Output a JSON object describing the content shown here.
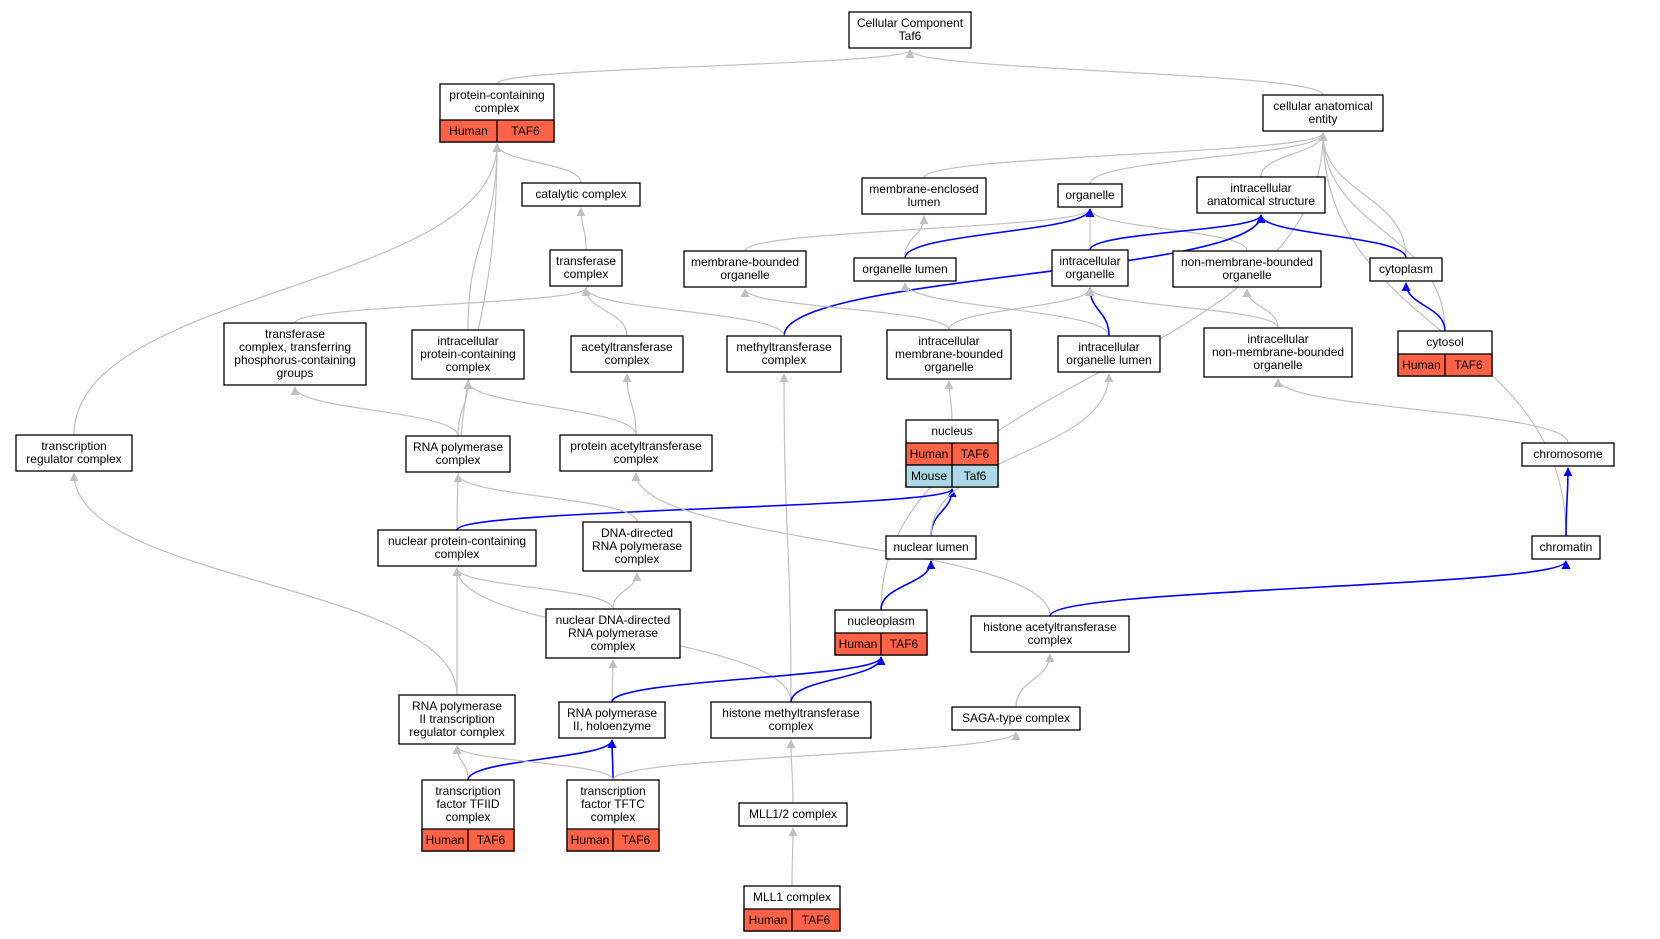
{
  "colors": {
    "human": "#FF6347",
    "mouse": "#ADD8E6",
    "grey_edge": "#C0C0C0",
    "blue_edge": "#0000FF",
    "node_border": "#000000"
  },
  "nodes": {
    "root": {
      "lines": [
        "Cellular Component",
        "Taf6"
      ]
    },
    "protein_containing_complex": {
      "lines": [
        "protein-containing",
        "complex"
      ],
      "badges": [
        [
          "Human",
          "TAF6"
        ]
      ]
    },
    "cellular_anatomical_entity": {
      "lines": [
        "cellular anatomical",
        "entity"
      ]
    },
    "catalytic_complex": {
      "lines": [
        "catalytic complex"
      ]
    },
    "membrane_enclosed_lumen": {
      "lines": [
        "membrane-enclosed",
        "lumen"
      ]
    },
    "organelle": {
      "lines": [
        "organelle"
      ]
    },
    "intracellular_anatomical_structure": {
      "lines": [
        "intracellular",
        "anatomical structure"
      ]
    },
    "transferase_complex": {
      "lines": [
        "transferase",
        "complex"
      ]
    },
    "membrane_bounded_organelle": {
      "lines": [
        "membrane-bounded",
        "organelle"
      ]
    },
    "organelle_lumen": {
      "lines": [
        "organelle lumen"
      ]
    },
    "intracellular_organelle": {
      "lines": [
        "intracellular",
        "organelle"
      ]
    },
    "non_membrane_bounded_organelle": {
      "lines": [
        "non-membrane-bounded",
        "organelle"
      ]
    },
    "cytoplasm": {
      "lines": [
        "cytoplasm"
      ]
    },
    "cytosol": {
      "lines": [
        "cytosol"
      ],
      "badges": [
        [
          "Human",
          "TAF6"
        ]
      ]
    },
    "transferase_phospho": {
      "lines": [
        "transferase",
        "complex, transferring",
        "phosphorus-containing",
        "groups"
      ]
    },
    "intracellular_protein_containing_complex": {
      "lines": [
        "intracellular",
        "protein-containing",
        "complex"
      ]
    },
    "acetyltransferase_complex": {
      "lines": [
        "acetyltransferase",
        "complex"
      ]
    },
    "methyltransferase_complex": {
      "lines": [
        "methyltransferase",
        "complex"
      ]
    },
    "intracellular_membrane_bounded_organelle": {
      "lines": [
        "intracellular",
        "membrane-bounded",
        "organelle"
      ]
    },
    "intracellular_organelle_lumen": {
      "lines": [
        "intracellular",
        "organelle lumen"
      ]
    },
    "intracellular_non_membrane_bounded_organelle": {
      "lines": [
        "intracellular",
        "non-membrane-bounded",
        "organelle"
      ]
    },
    "nucleus": {
      "lines": [
        "nucleus"
      ],
      "badges": [
        [
          "Human",
          "TAF6"
        ],
        [
          "Mouse",
          "Taf6"
        ]
      ]
    },
    "transcription_regulator_complex": {
      "lines": [
        "transcription",
        "regulator complex"
      ]
    },
    "rna_polymerase_complex": {
      "lines": [
        "RNA polymerase",
        "complex"
      ]
    },
    "protein_acetyltransferase_complex": {
      "lines": [
        "protein acetyltransferase",
        "complex"
      ]
    },
    "chromosome": {
      "lines": [
        "chromosome"
      ]
    },
    "nuclear_protein_containing_complex": {
      "lines": [
        "nuclear protein-containing",
        "complex"
      ]
    },
    "dna_directed_rna_polymerase_complex": {
      "lines": [
        "DNA-directed",
        "RNA polymerase",
        "complex"
      ]
    },
    "nuclear_lumen": {
      "lines": [
        "nuclear lumen"
      ]
    },
    "chromatin": {
      "lines": [
        "chromatin"
      ]
    },
    "nuclear_dna_directed_rna_polymerase_complex": {
      "lines": [
        "nuclear DNA-directed",
        "RNA polymerase",
        "complex"
      ]
    },
    "nucleoplasm": {
      "lines": [
        "nucleoplasm"
      ],
      "badges": [
        [
          "Human",
          "TAF6"
        ]
      ]
    },
    "histone_acetyltransferase_complex": {
      "lines": [
        "histone acetyltransferase",
        "complex"
      ]
    },
    "rna_pol_ii_transcription_regulator_complex": {
      "lines": [
        "RNA polymerase",
        "II transcription",
        "regulator complex"
      ]
    },
    "rna_pol_ii_holoenzyme": {
      "lines": [
        "RNA polymerase",
        "II, holoenzyme"
      ]
    },
    "histone_methyltransferase_complex": {
      "lines": [
        "histone methyltransferase",
        "complex"
      ]
    },
    "saga_type_complex": {
      "lines": [
        "SAGA-type complex"
      ]
    },
    "tfiid": {
      "lines": [
        "transcription",
        "factor TFIID",
        "complex"
      ],
      "badges": [
        [
          "Human",
          "TAF6"
        ]
      ]
    },
    "tftc": {
      "lines": [
        "transcription",
        "factor TFTC",
        "complex"
      ],
      "badges": [
        [
          "Human",
          "TAF6"
        ]
      ]
    },
    "mll1_2_complex": {
      "lines": [
        "MLL1/2 complex"
      ]
    },
    "mll1_complex": {
      "lines": [
        "MLL1 complex"
      ],
      "badges": [
        [
          "Human",
          "TAF6"
        ]
      ]
    }
  },
  "edges": [
    {
      "from": "protein_containing_complex",
      "to": "root",
      "kind": "is_a"
    },
    {
      "from": "cellular_anatomical_entity",
      "to": "root",
      "kind": "is_a"
    },
    {
      "from": "catalytic_complex",
      "to": "protein_containing_complex",
      "kind": "is_a"
    },
    {
      "from": "transferase_complex",
      "to": "catalytic_complex",
      "kind": "is_a"
    },
    {
      "from": "intracellular_protein_containing_complex",
      "to": "protein_containing_complex",
      "kind": "is_a"
    },
    {
      "from": "transcription_regulator_complex",
      "to": "protein_containing_complex",
      "kind": "is_a"
    },
    {
      "from": "nuclear_protein_containing_complex",
      "to": "protein_containing_complex",
      "kind": "is_a"
    },
    {
      "from": "membrane_enclosed_lumen",
      "to": "cellular_anatomical_entity",
      "kind": "is_a"
    },
    {
      "from": "organelle",
      "to": "cellular_anatomical_entity",
      "kind": "is_a"
    },
    {
      "from": "intracellular_anatomical_structure",
      "to": "cellular_anatomical_entity",
      "kind": "is_a"
    },
    {
      "from": "cytoplasm",
      "to": "cellular_anatomical_entity",
      "kind": "is_a"
    },
    {
      "from": "cytosol",
      "to": "cellular_anatomical_entity",
      "kind": "is_a"
    },
    {
      "from": "nucleoplasm",
      "to": "cellular_anatomical_entity",
      "kind": "is_a"
    },
    {
      "from": "chromatin",
      "to": "cellular_anatomical_entity",
      "kind": "is_a"
    },
    {
      "from": "organelle_lumen",
      "to": "membrane_enclosed_lumen",
      "kind": "is_a"
    },
    {
      "from": "membrane_bounded_organelle",
      "to": "organelle",
      "kind": "is_a"
    },
    {
      "from": "intracellular_organelle",
      "to": "organelle",
      "kind": "is_a"
    },
    {
      "from": "non_membrane_bounded_organelle",
      "to": "organelle",
      "kind": "is_a"
    },
    {
      "from": "organelle_lumen",
      "to": "organelle",
      "kind": "part_of"
    },
    {
      "from": "intracellular_organelle",
      "to": "intracellular_anatomical_structure",
      "kind": "part_of"
    },
    {
      "from": "cytoplasm",
      "to": "intracellular_anatomical_structure",
      "kind": "part_of"
    },
    {
      "from": "methyltransferase_complex",
      "to": "intracellular_anatomical_structure",
      "kind": "part_of"
    },
    {
      "from": "cytosol",
      "to": "cytoplasm",
      "kind": "part_of"
    },
    {
      "from": "transferase_phospho",
      "to": "transferase_complex",
      "kind": "is_a"
    },
    {
      "from": "acetyltransferase_complex",
      "to": "transferase_complex",
      "kind": "is_a"
    },
    {
      "from": "methyltransferase_complex",
      "to": "transferase_complex",
      "kind": "is_a"
    },
    {
      "from": "intracellular_membrane_bounded_organelle",
      "to": "membrane_bounded_organelle",
      "kind": "is_a"
    },
    {
      "from": "intracellular_membrane_bounded_organelle",
      "to": "intracellular_organelle",
      "kind": "is_a"
    },
    {
      "from": "intracellular_organelle_lumen",
      "to": "organelle_lumen",
      "kind": "is_a"
    },
    {
      "from": "intracellular_organelle_lumen",
      "to": "intracellular_organelle",
      "kind": "part_of"
    },
    {
      "from": "intracellular_non_membrane_bounded_organelle",
      "to": "intracellular_organelle",
      "kind": "is_a"
    },
    {
      "from": "intracellular_non_membrane_bounded_organelle",
      "to": "non_membrane_bounded_organelle",
      "kind": "is_a"
    },
    {
      "from": "nucleus",
      "to": "intracellular_membrane_bounded_organelle",
      "kind": "is_a"
    },
    {
      "from": "chromosome",
      "to": "intracellular_non_membrane_bounded_organelle",
      "kind": "is_a"
    },
    {
      "from": "rna_polymerase_complex",
      "to": "transferase_phospho",
      "kind": "is_a"
    },
    {
      "from": "rna_polymerase_complex",
      "to": "intracellular_protein_containing_complex",
      "kind": "is_a"
    },
    {
      "from": "protein_acetyltransferase_complex",
      "to": "acetyltransferase_complex",
      "kind": "is_a"
    },
    {
      "from": "protein_acetyltransferase_complex",
      "to": "intracellular_protein_containing_complex",
      "kind": "is_a"
    },
    {
      "from": "histone_methyltransferase_complex",
      "to": "methyltransferase_complex",
      "kind": "is_a"
    },
    {
      "from": "nuclear_protein_containing_complex",
      "to": "nucleus",
      "kind": "part_of"
    },
    {
      "from": "nuclear_lumen",
      "to": "nucleus",
      "kind": "part_of"
    },
    {
      "from": "nuclear_lumen",
      "to": "intracellular_organelle_lumen",
      "kind": "is_a"
    },
    {
      "from": "dna_directed_rna_polymerase_complex",
      "to": "rna_polymerase_complex",
      "kind": "is_a"
    },
    {
      "from": "histone_acetyltransferase_complex",
      "to": "protein_acetyltransferase_complex",
      "kind": "is_a"
    },
    {
      "from": "nuclear_dna_directed_rna_polymerase_complex",
      "to": "dna_directed_rna_polymerase_complex",
      "kind": "is_a"
    },
    {
      "from": "nuclear_dna_directed_rna_polymerase_complex",
      "to": "nuclear_protein_containing_complex",
      "kind": "is_a"
    },
    {
      "from": "histone_methyltransferase_complex",
      "to": "nuclear_protein_containing_complex",
      "kind": "is_a"
    },
    {
      "from": "nucleoplasm",
      "to": "nuclear_lumen",
      "kind": "part_of"
    },
    {
      "from": "chromatin",
      "to": "chromosome",
      "kind": "part_of"
    },
    {
      "from": "histone_acetyltransferase_complex",
      "to": "chromatin",
      "kind": "part_of"
    },
    {
      "from": "rna_pol_ii_transcription_regulator_complex",
      "to": "transcription_regulator_complex",
      "kind": "is_a"
    },
    {
      "from": "rna_pol_ii_transcription_regulator_complex",
      "to": "nuclear_protein_containing_complex",
      "kind": "is_a"
    },
    {
      "from": "rna_pol_ii_holoenzyme",
      "to": "nuclear_dna_directed_rna_polymerase_complex",
      "kind": "is_a"
    },
    {
      "from": "rna_pol_ii_holoenzyme",
      "to": "nucleoplasm",
      "kind": "part_of"
    },
    {
      "from": "histone_methyltransferase_complex",
      "to": "nucleoplasm",
      "kind": "part_of"
    },
    {
      "from": "saga_type_complex",
      "to": "histone_acetyltransferase_complex",
      "kind": "is_a"
    },
    {
      "from": "tfiid",
      "to": "rna_pol_ii_transcription_regulator_complex",
      "kind": "is_a"
    },
    {
      "from": "tfiid",
      "to": "rna_pol_ii_holoenzyme",
      "kind": "part_of"
    },
    {
      "from": "tftc",
      "to": "rna_pol_ii_holoenzyme",
      "kind": "part_of"
    },
    {
      "from": "tftc",
      "to": "rna_pol_ii_transcription_regulator_complex",
      "kind": "is_a"
    },
    {
      "from": "tftc",
      "to": "saga_type_complex",
      "kind": "is_a"
    },
    {
      "from": "mll1_2_complex",
      "to": "histone_methyltransferase_complex",
      "kind": "is_a"
    },
    {
      "from": "mll1_complex",
      "to": "mll1_2_complex",
      "kind": "is_a"
    }
  ]
}
